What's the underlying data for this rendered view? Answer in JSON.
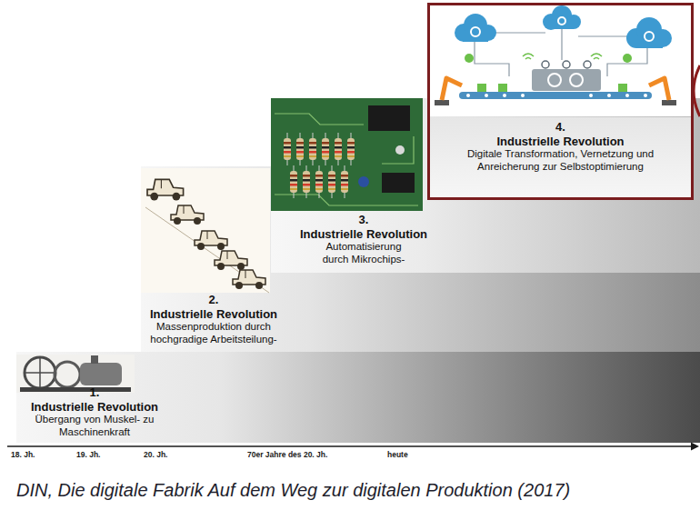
{
  "diagram": {
    "caption": "DIN, Die digitale Fabrik Auf dem Weg zur digitalen Produktion (2017)",
    "nodes": [
      {
        "text": [
          "1.",
          "Industrielle Revolution",
          "Übergang von Muskel- zu Maschinenkraft"
        ]
      },
      {
        "text": [
          "2.",
          "Industrielle Revolution",
          "Massenproduktion durch hochgradige Arbeitsteilung-"
        ]
      },
      {
        "text": [
          "3.",
          "Industrielle Revolution",
          "Automatisierung durch Mikrochips-"
        ]
      },
      {
        "text": [
          "4.",
          "Industrielle Revolution",
          "Digitale Transformation, Vernetzung und Anreicherung zur Selbstoptimierung"
        ]
      }
    ],
    "labels": [
      "18. Jh.",
      "19. Jh.",
      "20. Jh.",
      "70er Jahre des 20. Jh.",
      "heute"
    ]
  }
}
